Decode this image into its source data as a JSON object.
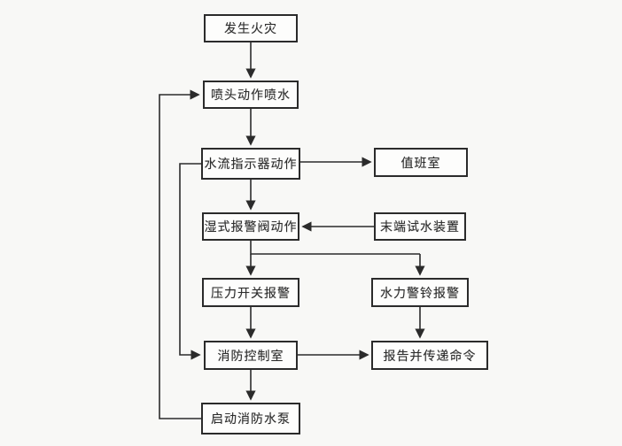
{
  "canvas": {
    "background_color": "#f8f8f6",
    "box_fill_color": "#fdfdfc",
    "box_border_color": "#2b2b2b",
    "line_color": "#2b2b2b",
    "text_color": "#2e2e2e"
  },
  "nodes": {
    "fire": {
      "label": "发生火灾"
    },
    "sprinkler": {
      "label": "喷头动作喷水"
    },
    "flow_indicator": {
      "label": "水流指示器动作"
    },
    "duty_room": {
      "label": "值班室"
    },
    "wet_valve": {
      "label": "湿式报警阀动作"
    },
    "end_test": {
      "label": "末端试水装置"
    },
    "pressure_switch": {
      "label": "压力开关报警"
    },
    "hydraulic_bell": {
      "label": "水力警铃报警"
    },
    "control_room": {
      "label": "消防控制室"
    },
    "report": {
      "label": "报告并传递命令"
    },
    "start_pump": {
      "label": "启动消防水泵"
    }
  },
  "edges": [
    {
      "from": "fire",
      "to": "sprinkler",
      "style": "arrow-down"
    },
    {
      "from": "sprinkler",
      "to": "flow_indicator",
      "style": "arrow-down"
    },
    {
      "from": "flow_indicator",
      "to": "wet_valve",
      "style": "arrow-down"
    },
    {
      "from": "flow_indicator",
      "to": "duty_room",
      "style": "arrow-right"
    },
    {
      "from": "end_test",
      "to": "wet_valve",
      "style": "arrow-left"
    },
    {
      "from": "wet_valve",
      "to": "pressure_switch",
      "style": "branch-down"
    },
    {
      "from": "wet_valve",
      "to": "hydraulic_bell",
      "style": "branch-down"
    },
    {
      "from": "pressure_switch",
      "to": "control_room",
      "style": "arrow-down"
    },
    {
      "from": "hydraulic_bell",
      "to": "report",
      "style": "arrow-down"
    },
    {
      "from": "control_room",
      "to": "report",
      "style": "arrow-right"
    },
    {
      "from": "control_room",
      "to": "start_pump",
      "style": "arrow-down"
    },
    {
      "from": "start_pump",
      "to": "sprinkler",
      "style": "feedback-left-outer"
    },
    {
      "from": "flow_indicator",
      "to": "control_room",
      "style": "feedback-left-inner"
    }
  ]
}
